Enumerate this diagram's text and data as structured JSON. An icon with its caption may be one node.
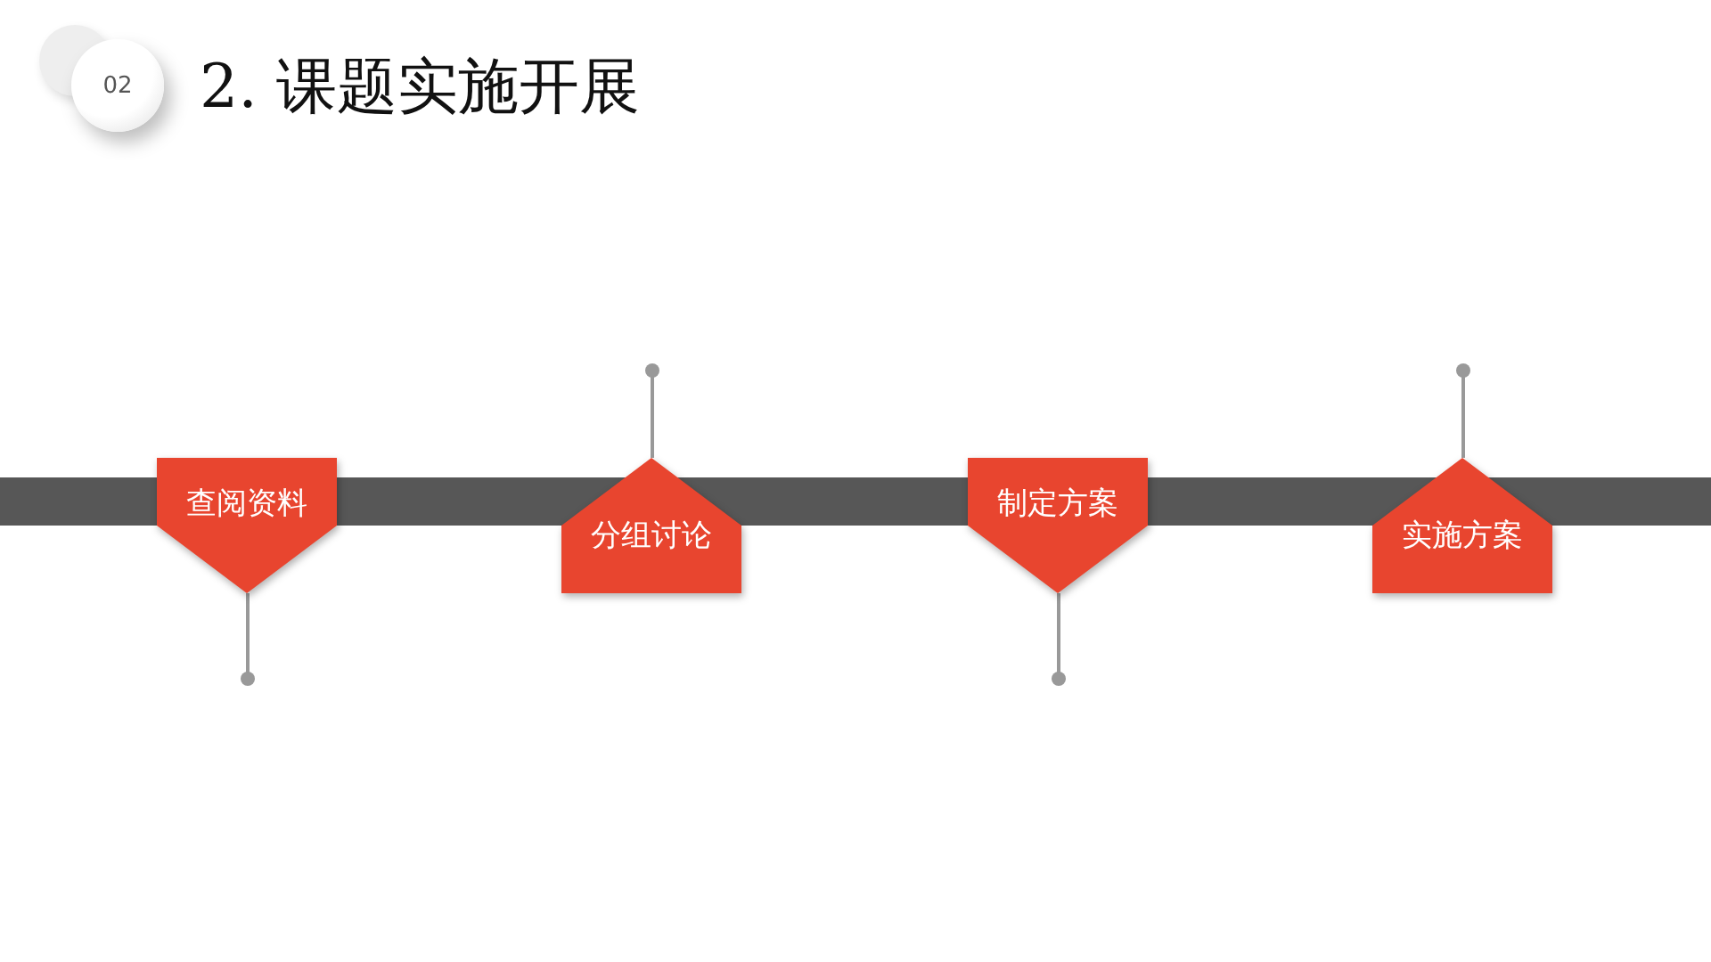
{
  "diagram": {
    "title": "2. 课题实施开展",
    "nodes": [
      {
        "text": [
          "查阅资料"
        ]
      },
      {
        "text": [
          "分组讨论"
        ]
      },
      {
        "text": [
          "制定方案"
        ]
      },
      {
        "text": [
          "实施方案"
        ]
      }
    ],
    "labels": [
      "02"
    ]
  }
}
